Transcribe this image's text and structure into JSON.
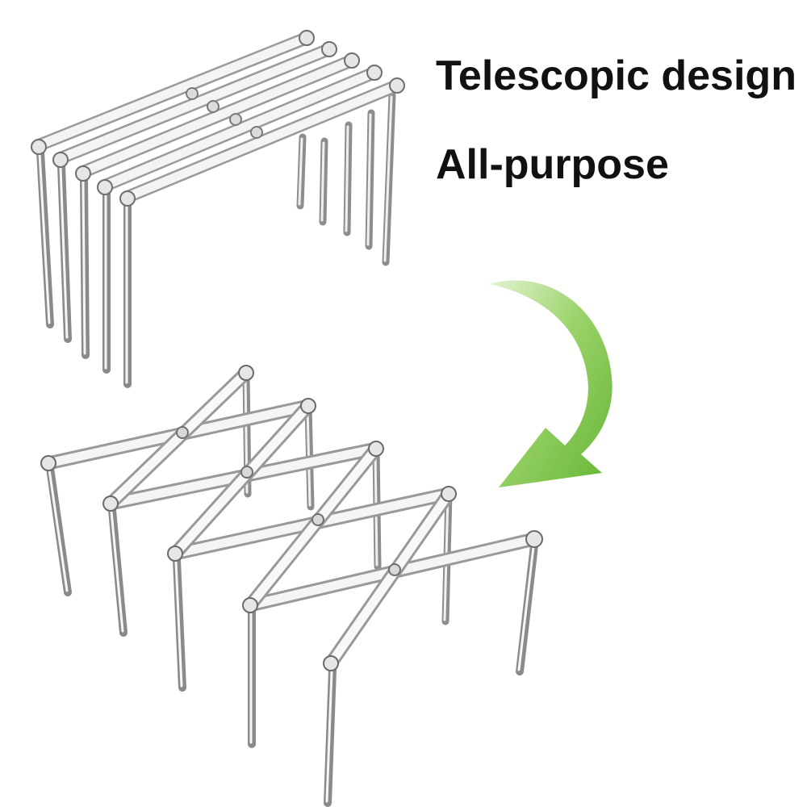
{
  "headlines": {
    "line1": "Telescopic design",
    "line2": "All-purpose"
  },
  "illustration": {
    "top_state": "collapsed",
    "bottom_state": "expanded",
    "arrow_direction": "curving down-left"
  },
  "colors": {
    "text": "#111111",
    "background": "#ffffff",
    "arrow_light": "#d7ecbe",
    "arrow_dark": "#6cbb3c",
    "metal_light": "#f7f7f7",
    "metal_dark": "#9a9a9a"
  }
}
